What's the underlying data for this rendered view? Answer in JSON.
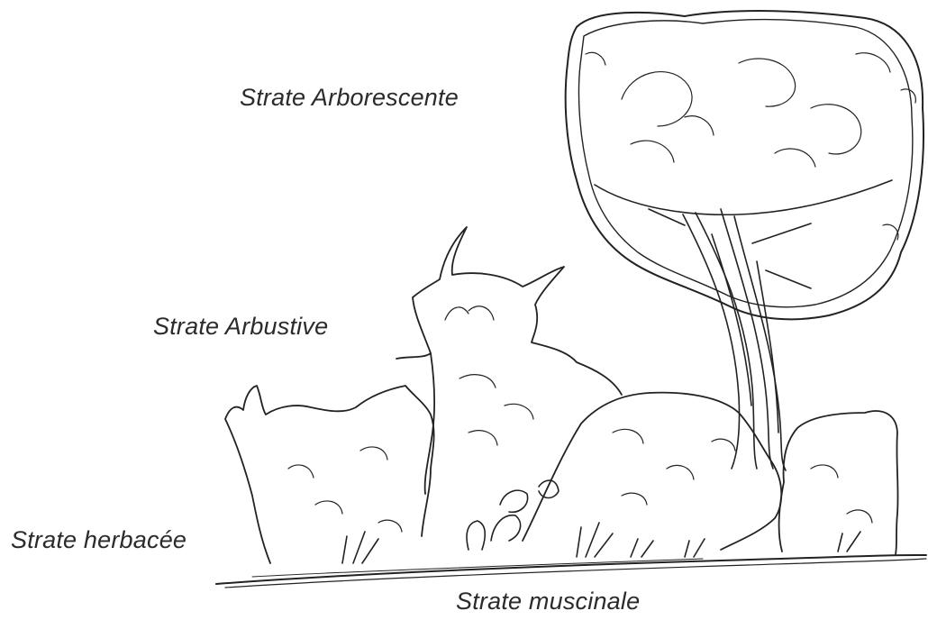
{
  "labels": {
    "arborescente": "Strate Arborescente",
    "arbustive": "Strate Arbustive",
    "herbacee": "Strate herbacée",
    "muscinale": "Strate muscinale"
  },
  "colors": {
    "ink": "#222222",
    "background": "#ffffff"
  }
}
